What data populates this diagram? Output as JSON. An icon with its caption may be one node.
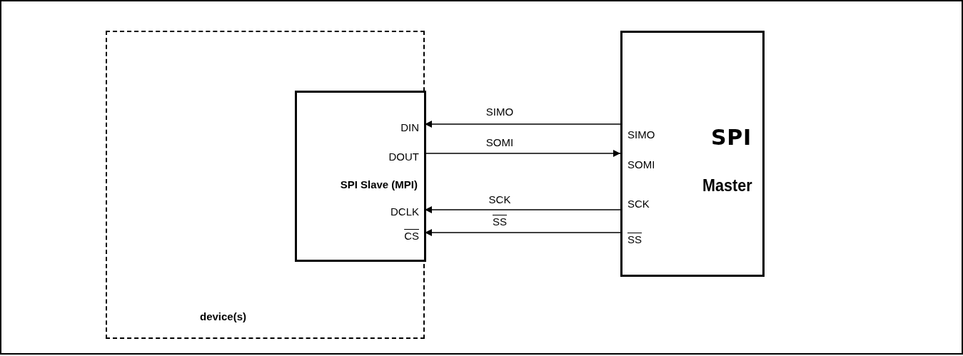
{
  "diagram": {
    "nodes": [
      {
        "text": [
          "device(s)"
        ]
      },
      {
        "text": [
          "SPI Slave (MPI)"
        ],
        "in": 0
      },
      {
        "text": [
          "DIN"
        ],
        "in": 1
      },
      {
        "text": [
          "DOUT"
        ],
        "in": 1
      },
      {
        "text": [
          "DCLK"
        ],
        "in": 1
      },
      {
        "text": [
          "CS"
        ],
        "in": 1
      },
      {
        "text": [
          "SPI",
          "Master"
        ]
      },
      {
        "text": [
          "SIMO"
        ],
        "in": 6
      },
      {
        "text": [
          "SOMI"
        ],
        "in": 6
      },
      {
        "text": [
          "SCK"
        ],
        "in": 6
      },
      {
        "text": [
          "SS"
        ],
        "in": 6
      }
    ],
    "edges": [
      {
        "from": 7,
        "to": 2,
        "arrow": "to",
        "label": "SIMO"
      },
      {
        "from": 3,
        "to": 8,
        "arrow": "to",
        "label": "SOMI"
      },
      {
        "from": 9,
        "to": 4,
        "arrow": "to",
        "label": "SCK"
      },
      {
        "from": 10,
        "to": 5,
        "arrow": "to",
        "label": "SS"
      }
    ]
  }
}
